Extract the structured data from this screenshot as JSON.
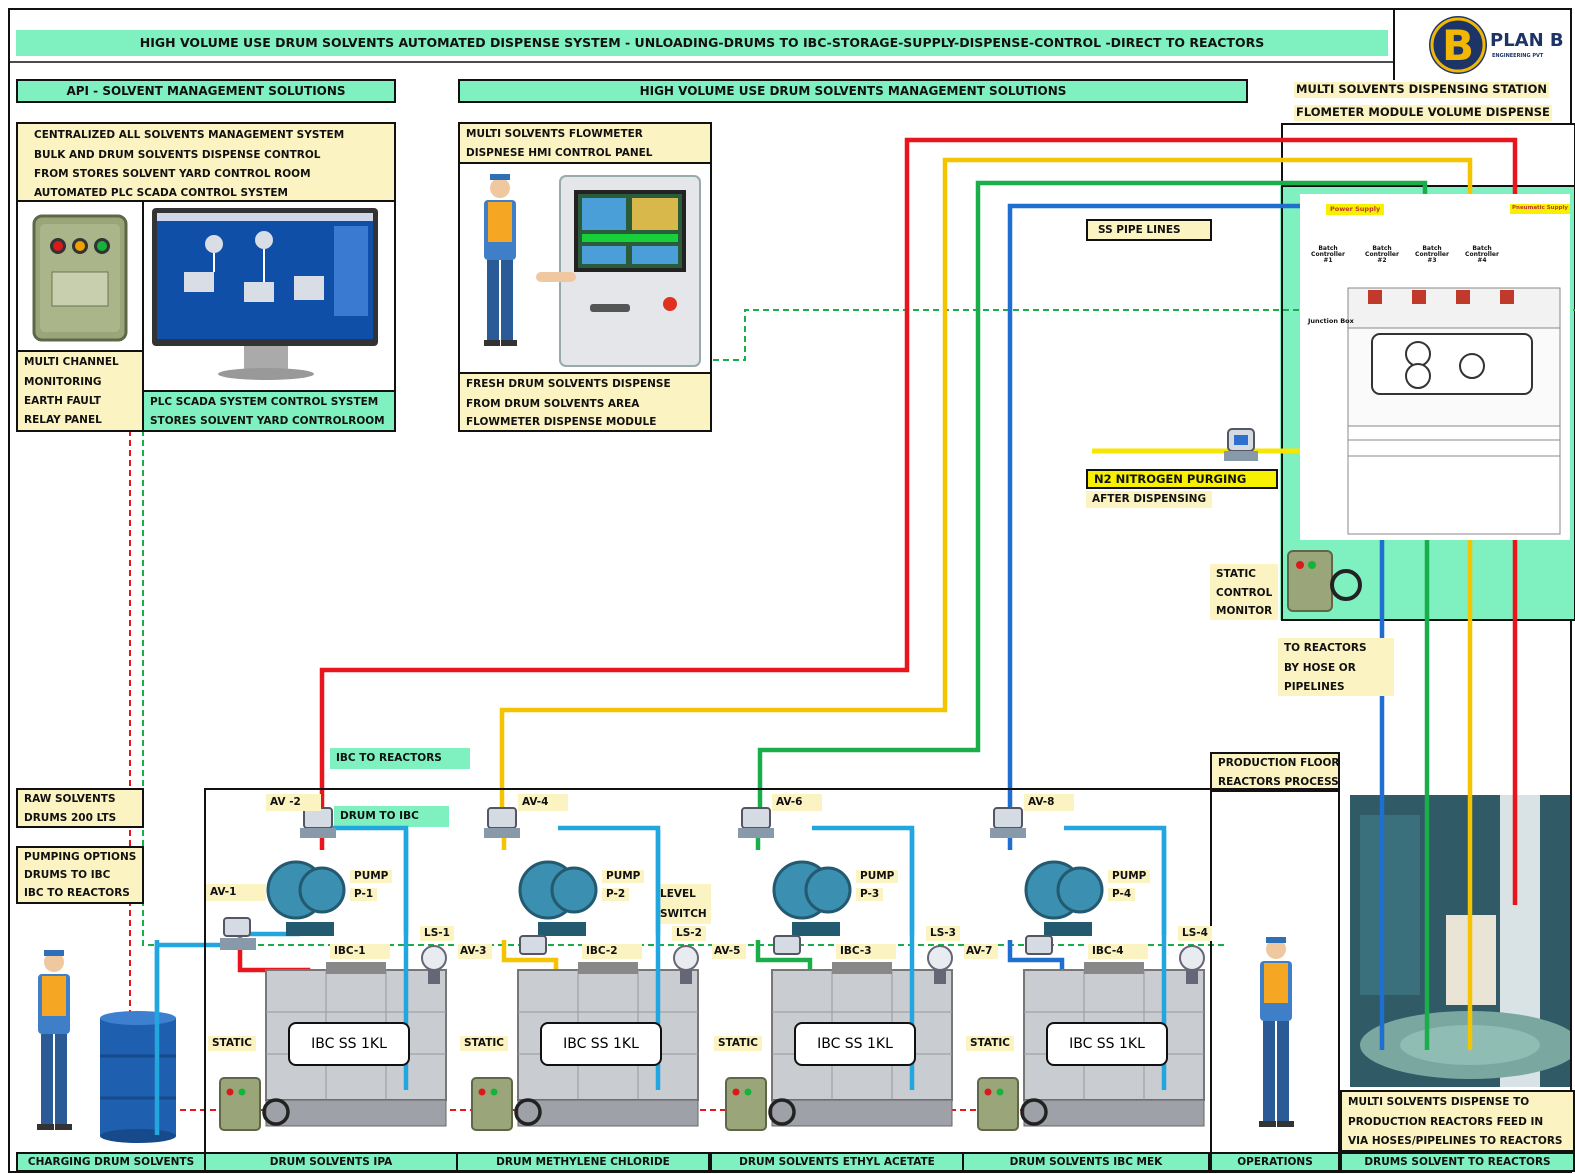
{
  "header": {
    "title": "HIGH VOLUME USE DRUM SOLVENTS AUTOMATED DISPENSE SYSTEM - UNLOADING-DRUMS TO IBC-STORAGE-SUPPLY-DISPENSE-CONTROL -DIRECT TO REACTORS",
    "logo_text": "PLAN B",
    "logo_sub": "ENGINEERING PVT",
    "logo_letter": "B"
  },
  "sections": {
    "api": "API - SOLVENT MANAGEMENT SOLUTIONS",
    "high_volume": "HIGH VOLUME USE DRUM SOLVENTS MANAGEMENT SOLUTIONS",
    "station_line1": "MULTI SOLVENTS DISPENSING STATION",
    "station_line2": "FLOMETER MODULE VOLUME DISPENSE"
  },
  "centralized": [
    "CENTRALIZED ALL SOLVENTS MANAGEMENT SYSTEM",
    "BULK AND DRUM SOLVENTS DISPENSE CONTROL",
    "FROM STORES SOLVENT YARD CONTROL ROOM",
    "AUTOMATED PLC SCADA CONTROL SYSTEM"
  ],
  "relay_panel": [
    "MULTI CHANNEL",
    "MONITORING",
    "EARTH FAULT",
    "RELAY PANEL"
  ],
  "scada": [
    "PLC SCADA SYSTEM  CONTROL SYSTEM",
    "STORES SOLVENT YARD CONTROLROOM"
  ],
  "hmi_title": [
    "MULTI SOLVENTS FLOWMETER",
    "DISPNESE HMI CONTROL PANEL"
  ],
  "fresh_drum": [
    "FRESH DRUM SOLVENTS DISPENSE",
    "FROM DRUM SOLVENTS AREA",
    "FLOWMETER DISPENSE MODULE"
  ],
  "ss_pipe_lines": "SS PIPE LINES",
  "n2": "N2 NITROGEN PURGING",
  "after_dispensing": "AFTER DISPENSING",
  "static_control": [
    "STATIC",
    "CONTROL",
    "MONITOR"
  ],
  "to_reactors": [
    "TO REACTORS",
    "BY HOSE OR",
    "PIPELINES"
  ],
  "production_floor": [
    "PRODUCTION FLOOR",
    "REACTORS PROCESS"
  ],
  "multi_dispense": [
    "MULTI SOLVENTS DISPENSE TO",
    "PRODUCTION REACTORS FEED IN",
    "VIA HOSES/PIPELINES TO REACTORS"
  ],
  "station_panel": {
    "power_supply": "Power Supply",
    "pneumatic_supply": "Pneumatic Supply",
    "junction_box": "Junction Box",
    "batch_controllers": [
      "Batch Controller #1",
      "Batch Controller #2",
      "Batch Controller #3",
      "Batch Controller #4"
    ]
  },
  "raw_solvents": [
    "RAW SOLVENTS",
    "DRUMS 200 LTS"
  ],
  "pumping_options": [
    "PUMPING OPTIONS",
    "DRUMS TO IBC",
    "IBC TO REACTORS"
  ],
  "ibc_to_reactors": "IBC TO REACTORS",
  "drum_to_ibc": "DRUM TO IBC",
  "av1": "AV-1",
  "level_switch": [
    "LEVEL",
    "SWITCH"
  ],
  "units": [
    {
      "av_top": "AV -2",
      "av_low": "",
      "pump": "PUMP",
      "pump_id": "P-1",
      "ibc_id": "IBC-1",
      "ls": "LS-1",
      "static": "STATIC",
      "tank": "IBC SS 1KL",
      "footer": "DRUM SOLVENTS IPA"
    },
    {
      "av_top": "AV-4",
      "av_low": "AV-3",
      "pump": "PUMP",
      "pump_id": "P-2",
      "ibc_id": "IBC-2",
      "ls": "LS-2",
      "static": "STATIC",
      "tank": "IBC SS 1KL",
      "footer": "DRUM METHYLENE CHLORIDE"
    },
    {
      "av_top": "AV-6",
      "av_low": "AV-5",
      "pump": "PUMP",
      "pump_id": "P-3",
      "ibc_id": "IBC-3",
      "ls": "LS-3",
      "static": "STATIC",
      "tank": "IBC SS 1KL",
      "footer": "DRUM SOLVENTS ETHYL ACETATE"
    },
    {
      "av_top": "AV-8",
      "av_low": "AV-7",
      "pump": "PUMP",
      "pump_id": "P-4",
      "ibc_id": "IBC-4",
      "ls": "LS-4",
      "static": "STATIC",
      "tank": "IBC SS 1KL",
      "footer": "DRUM SOLVENTS IBC MEK"
    }
  ],
  "footers": {
    "charging": "CHARGING DRUM SOLVENTS",
    "operations": "OPERATIONS",
    "reactors": "DRUMS SOLVENT TO REACTORS"
  },
  "colors": {
    "green_label": "#7ff0c0",
    "yellow_label": "#fcf3c2",
    "n2_yellow": "#f7f000",
    "line_red": "#e8161c",
    "line_yellow": "#f5c400",
    "line_green": "#1aae4a",
    "line_blue": "#1e6fd0",
    "line_cyan": "#22a6e0",
    "logo_navy": "#1d3566",
    "logo_gold": "#f2b705"
  },
  "icons": [
    "plc-scada-monitor-icon",
    "hmi-panel-icon",
    "operator-icon",
    "pump-icon",
    "actuated-valve-icon",
    "level-switch-icon",
    "ibc-tank-icon",
    "static-monitor-icon",
    "relay-panel-icon",
    "drum-icon",
    "flowmeter-icon",
    "reactor-photo-icon"
  ]
}
